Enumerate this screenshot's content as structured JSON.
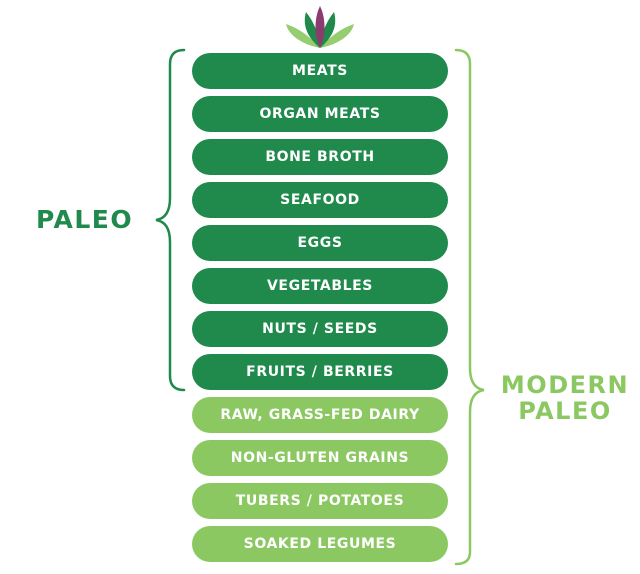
{
  "groups": {
    "paleo": {
      "label": "PALEO",
      "color": "#1f8a4c",
      "items": [
        "MEATS",
        "ORGAN MEATS",
        "BONE BROTH",
        "SEAFOOD",
        "EGGS",
        "VEGETABLES",
        "NUTS / SEEDS",
        "FRUITS / BERRIES"
      ]
    },
    "modern_paleo": {
      "label_line1": "MODERN",
      "label_line2": "PALEO",
      "color": "#8cc862",
      "items": [
        "RAW, GRASS-FED DAIRY",
        "NON-GLUTEN GRAINS",
        "TUBERS / POTATOES",
        "SOAKED LEGUMES"
      ]
    }
  },
  "logo": {
    "icon": "leaf-lotus-icon",
    "colors": [
      "#8cc862",
      "#1f8a4c",
      "#8c3b6e"
    ]
  }
}
